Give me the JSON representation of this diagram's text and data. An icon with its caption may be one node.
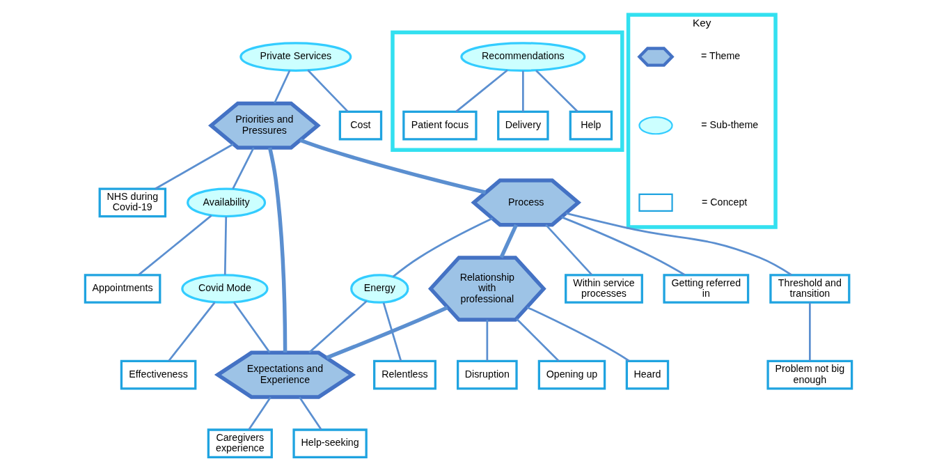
{
  "diagram": {
    "nodes": [
      {
        "text": [
          "Priorities and Pressures"
        ]
      },
      {
        "text": [
          "Private Services"
        ]
      },
      {
        "text": [
          "Cost"
        ]
      },
      {
        "text": [
          "NHS during Covid-19"
        ]
      },
      {
        "text": [
          "Availability"
        ]
      },
      {
        "text": [
          "Appointments"
        ]
      },
      {
        "text": [
          "Covid Mode"
        ]
      },
      {
        "text": [
          "Effectiveness"
        ]
      },
      {
        "text": [
          "Expectations and Experience"
        ]
      },
      {
        "text": [
          "Process"
        ]
      },
      {
        "text": [
          "Energy"
        ]
      },
      {
        "text": [
          "Relentless"
        ]
      },
      {
        "text": [
          "Within service processes"
        ]
      },
      {
        "text": [
          "Getting referred in"
        ]
      },
      {
        "text": [
          "Threshold and transition"
        ]
      },
      {
        "text": [
          "Problem not big enough"
        ]
      },
      {
        "text": [
          "Relationship with professional"
        ]
      },
      {
        "text": [
          "Disruption"
        ]
      },
      {
        "text": [
          "Opening up"
        ]
      },
      {
        "text": [
          "Heard"
        ]
      },
      {
        "text": [
          "Caregivers experience"
        ]
      },
      {
        "text": [
          "Help-seeking"
        ]
      },
      {
        "text": [],
        "shape": "box"
      },
      {
        "text": [
          "Recommendations"
        ],
        "in": 22
      },
      {
        "text": [
          "Patient focus"
        ],
        "in": 22
      },
      {
        "text": [
          "Delivery"
        ],
        "in": 22
      },
      {
        "text": [
          "Help"
        ],
        "in": 22
      },
      {
        "text": [
          "Key"
        ]
      },
      {
        "text": [],
        "shape": "hexagon",
        "in": 27
      },
      {
        "text": [],
        "shape": "ellipse",
        "in": 27
      },
      {
        "text": [],
        "shape": "box",
        "in": 27
      }
    ],
    "edges": [
      {
        "from": 1,
        "to": 0,
        "arrow": "none"
      },
      {
        "from": 1,
        "to": 2,
        "arrow": "none"
      },
      {
        "from": 0,
        "to": 3,
        "arrow": "none"
      },
      {
        "from": 0,
        "to": 4,
        "arrow": "none"
      },
      {
        "from": 4,
        "to": 5,
        "arrow": "none"
      },
      {
        "from": 4,
        "to": 6,
        "arrow": "none"
      },
      {
        "from": 0,
        "to": 8,
        "arrow": "none",
        "style": "thick"
      },
      {
        "from": 0,
        "to": 9,
        "arrow": "none",
        "style": "thick"
      },
      {
        "from": 6,
        "to": 8,
        "arrow": "none"
      },
      {
        "from": 6,
        "to": 7,
        "arrow": "none"
      },
      {
        "from": 9,
        "to": 10,
        "arrow": "none"
      },
      {
        "from": 10,
        "to": 8,
        "arrow": "none"
      },
      {
        "from": 10,
        "to": 11,
        "arrow": "none"
      },
      {
        "from": 9,
        "to": 12,
        "arrow": "none"
      },
      {
        "from": 9,
        "to": 13,
        "arrow": "none"
      },
      {
        "from": 9,
        "to": 14,
        "arrow": "none"
      },
      {
        "from": 14,
        "to": 15,
        "arrow": "none"
      },
      {
        "from": 9,
        "to": 16,
        "arrow": "none",
        "style": "thick"
      },
      {
        "from": 16,
        "to": 8,
        "arrow": "none",
        "style": "thick"
      },
      {
        "from": 16,
        "to": 17,
        "arrow": "none"
      },
      {
        "from": 16,
        "to": 18,
        "arrow": "none"
      },
      {
        "from": 16,
        "to": 19,
        "arrow": "none"
      },
      {
        "from": 8,
        "to": 20,
        "arrow": "none"
      },
      {
        "from": 8,
        "to": 21,
        "arrow": "none"
      },
      {
        "from": 23,
        "to": 24,
        "arrow": "none"
      },
      {
        "from": 23,
        "to": 25,
        "arrow": "none"
      },
      {
        "from": 23,
        "to": 26,
        "arrow": "none"
      }
    ],
    "legend": [
      {
        "text": "= Theme"
      },
      {
        "text": "= Sub-theme"
      },
      {
        "text": "= Concept"
      }
    ]
  }
}
